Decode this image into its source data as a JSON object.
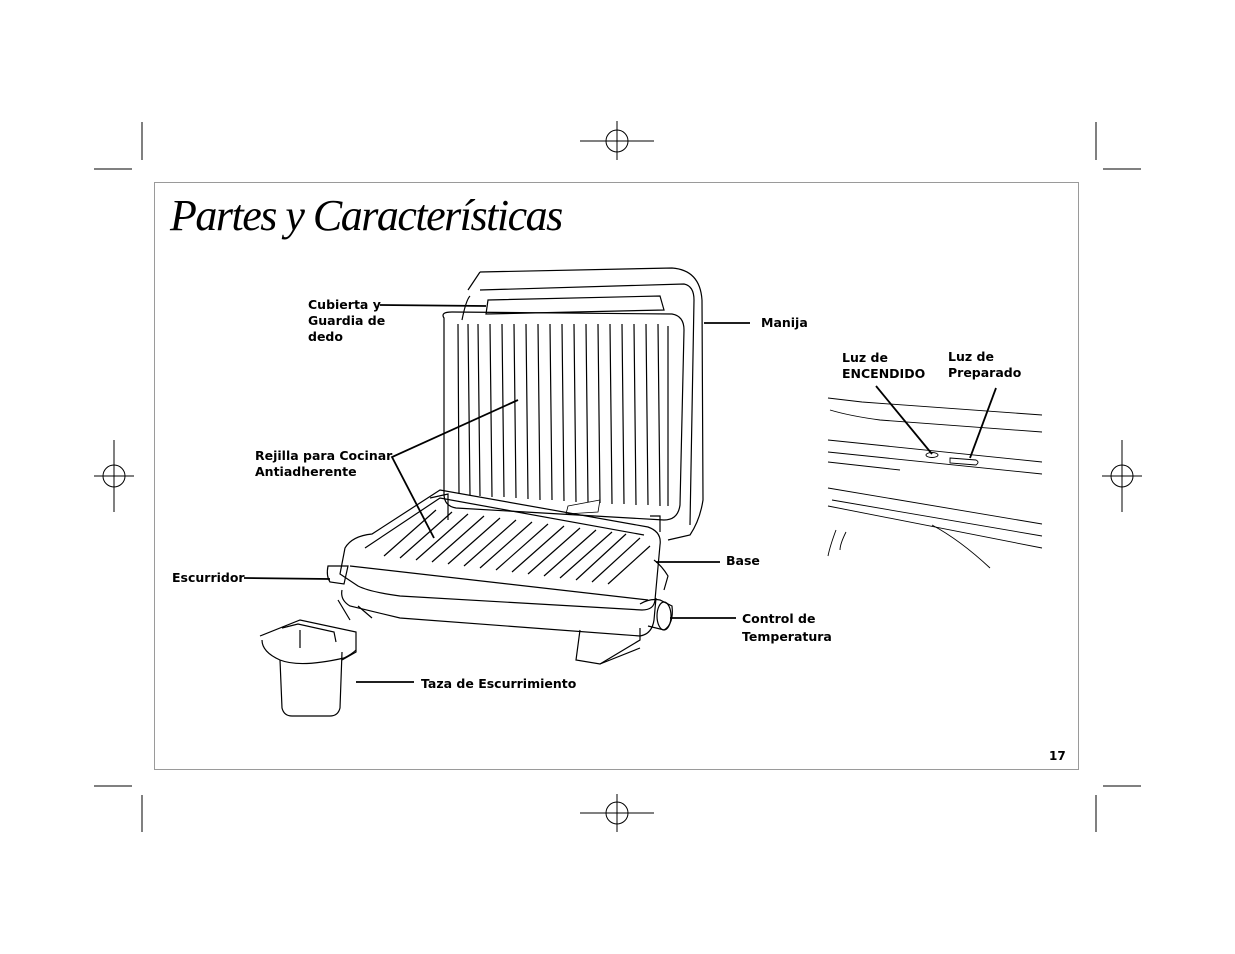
{
  "page": {
    "title": "Partes y Características",
    "page_number": "17"
  },
  "labels": {
    "cover": [
      "Cubierta y",
      "Guardia de",
      "dedo"
    ],
    "handle": "Manija",
    "grid": [
      "Rejilla para Cocinar",
      "Antiadherente"
    ],
    "drip_tray": "Escurridor",
    "base": "Base",
    "temp_control": [
      "Control de",
      "Temperatura"
    ],
    "drip_cup": "Taza de Escurrimiento",
    "power_light": [
      "Luz de",
      "ENCENDIDO"
    ],
    "ready_light": [
      "Luz de",
      "Preparado"
    ]
  },
  "colors": {
    "frame": "#9a9a9a",
    "ink": "#000000"
  }
}
